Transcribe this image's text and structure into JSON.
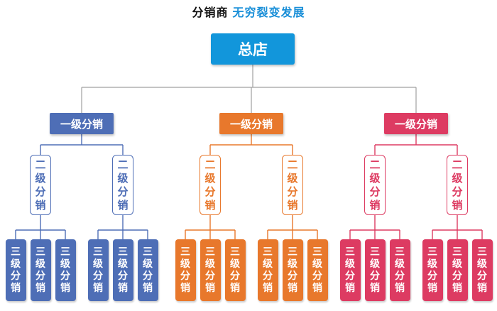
{
  "title": {
    "part1": "分销商",
    "part2": "无穷裂变发展"
  },
  "root": {
    "label": "总店"
  },
  "branches": [
    {
      "color": "blue",
      "label": "一级分销",
      "children": [
        {
          "label": "二级分销",
          "children": [
            "三级分销",
            "三级分销",
            "三级分销"
          ]
        },
        {
          "label": "二级分销",
          "children": [
            "三级分销",
            "三级分销",
            "三级分销"
          ]
        }
      ]
    },
    {
      "color": "orange",
      "label": "一级分销",
      "children": [
        {
          "label": "二级分销",
          "children": [
            "三级分销",
            "三级分销",
            "三级分销"
          ]
        },
        {
          "label": "二级分销",
          "children": [
            "三级分销",
            "三级分销",
            "三级分销"
          ]
        }
      ]
    },
    {
      "color": "red",
      "label": "一级分销",
      "children": [
        {
          "label": "二级分销",
          "children": [
            "三级分销",
            "三级分销",
            "三级分销"
          ]
        },
        {
          "label": "二级分销",
          "children": [
            "三级分销",
            "三级分销",
            "三级分销"
          ]
        }
      ]
    }
  ],
  "colors": {
    "blue": "#4e6eb6",
    "orange": "#e8782c",
    "red": "#dd3b62",
    "root": "#1296db",
    "connector": "#a0a0a0"
  }
}
